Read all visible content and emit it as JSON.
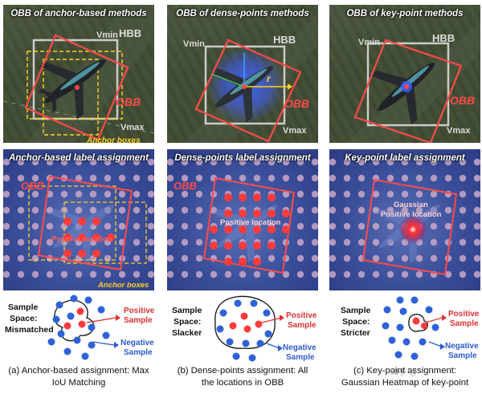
{
  "columns": [
    {
      "top_title": "OBB of anchor-based methods",
      "top_labels": {
        "vmin": "Vmin",
        "vmax": "Vmax",
        "hbb": "HBB",
        "obb": "OBB",
        "anchor": "Anchor boxes"
      },
      "bottom_title": "Anchor-based label assignment",
      "bottom_labels": {
        "obb": "OBB",
        "positive": "Positive location",
        "anchor": "Anchor boxes"
      },
      "sample": {
        "l1": "Sample",
        "l2": "Space:",
        "l3": "Mismatched",
        "pos1": "Positive",
        "pos2": "Sample",
        "neg1": "Negative",
        "neg2": "Sample"
      },
      "caption": [
        "(a) Anchor-based assignment: Max",
        "IoU Matching"
      ]
    },
    {
      "top_title": "OBB of dense-points methods",
      "top_labels": {
        "vmin": "Vmin",
        "vmax": "Vmax",
        "hbb": "HBB",
        "obb": "OBB",
        "r": "r"
      },
      "bottom_title": "Dense-points label assignment",
      "bottom_labels": {
        "obb": "OBB",
        "positive": "Positive location"
      },
      "sample": {
        "l1": "Sample",
        "l2": "Space:",
        "l3": "Slacker",
        "pos1": "Positive",
        "pos2": "Sample",
        "neg1": "Negative",
        "neg2": "Sample"
      },
      "caption": [
        "(b) Dense-points assignment: All",
        "the locations in OBB"
      ]
    },
    {
      "top_title": "OBB of key-point methods",
      "top_labels": {
        "vmin": "Vmin",
        "vmax": "Vmax",
        "hbb": "HBB",
        "obb": "OBB"
      },
      "bottom_title": "Key-point label assignment",
      "bottom_labels": {
        "gaussian": "Gaussian",
        "positive": "Positive location"
      },
      "sample": {
        "l1": "Sample",
        "l2": "Space:",
        "l3": "Stricter",
        "pos1": "Positive",
        "pos2": "Sample",
        "neg1": "Negative",
        "neg2": "Sample"
      },
      "caption": [
        "(c) Key-point assignment:",
        "Gaussian Heatmap of key-point"
      ]
    }
  ],
  "colors": {
    "obb": "#ff4a4a",
    "hbb": "#d9d9d9",
    "anchor": "#ffd21e",
    "grid_dot": "#c9a8c8",
    "positive_dot": "#ff3b3b",
    "negative_dot": "#2f62d8",
    "positive_text": "#e03030",
    "negative_text": "#2c5bd3"
  },
  "watermark": "知乎 @"
}
